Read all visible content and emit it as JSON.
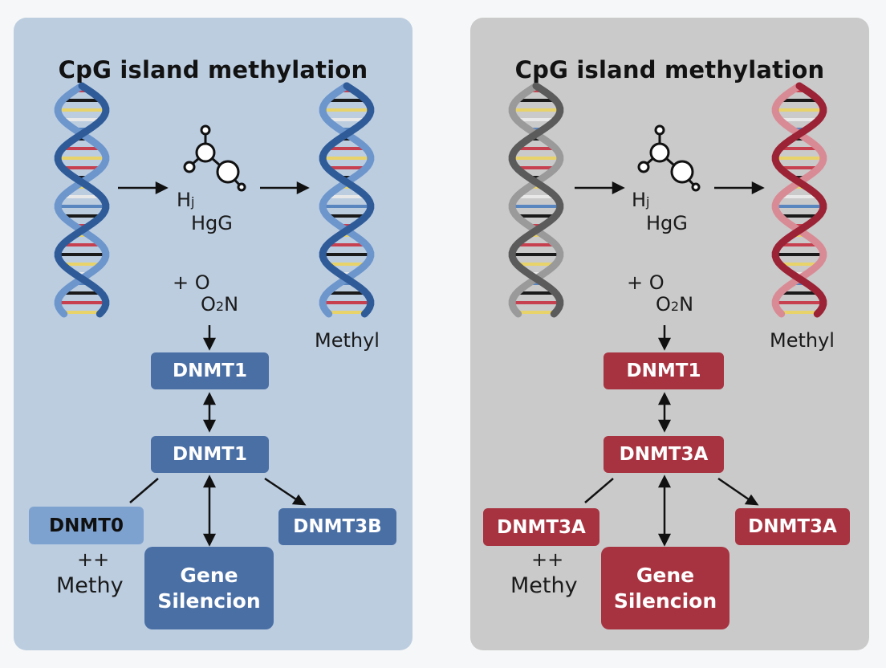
{
  "panels": [
    {
      "title": "CpG island methylation",
      "mol_h": "H",
      "mol_sub_j": "j",
      "mol_hgg": "HgG",
      "plus_o": "+ O",
      "o2n_o": "O",
      "o2n_sub": "2",
      "o2n_n": "N",
      "methyl_label": "Methyl",
      "top_box": "DNMT1",
      "mid_box": "DNMT1",
      "left_box": "DNMT0",
      "right_box": "DNMT3B",
      "plusplus": "++",
      "methy": "Methy",
      "gene_line1": "Gene",
      "gene_line2": "Silencion",
      "colors": {
        "panel": "#bccde0",
        "box": "#4a6fa5",
        "light_box": "#7ea2cf",
        "helix": "#4d79b4"
      }
    },
    {
      "title": "CpG island methylation",
      "mol_h": "H",
      "mol_sub_j": "j",
      "mol_hgg": "HgG",
      "plus_o": "+ O",
      "o2n_o": "O",
      "o2n_sub": "2",
      "o2n_n": "N",
      "methyl_label": "Methyl",
      "top_box": "DNMT1",
      "mid_box": "DNMT3A",
      "left_box": "DNMT3A",
      "right_box": "DNMT3A",
      "plusplus": "++",
      "methy": "Methy",
      "gene_line1": "Gene",
      "gene_line2": "Silencion",
      "colors": {
        "panel": "#cacaca",
        "box": "#a83340",
        "light_box": "#a83340",
        "helix": "#a83340"
      }
    }
  ]
}
